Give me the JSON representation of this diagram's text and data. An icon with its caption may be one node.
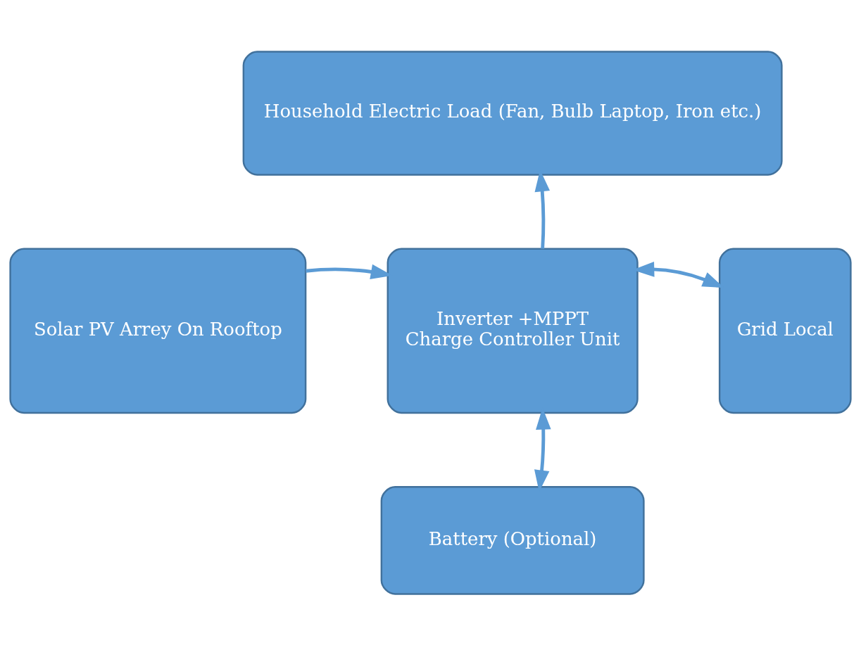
{
  "diagram": {
    "nodes": [
      {
        "text": [
          "Household Electric Load (Fan, Bulb Laptop, Iron etc.)"
        ]
      },
      {
        "text": [
          "Solar PV Arrey On Rooftop"
        ]
      },
      {
        "text": [
          "Inverter +MPPT",
          "Charge Controller Unit"
        ]
      },
      {
        "text": [
          "Grid Local"
        ]
      },
      {
        "text": [
          "Battery (Optional)"
        ]
      }
    ],
    "edges": [
      {
        "from": 1,
        "to": 2,
        "arrow": "to"
      },
      {
        "from": 2,
        "to": 0,
        "arrow": "to"
      },
      {
        "from": 2,
        "to": 3,
        "arrow": "both"
      },
      {
        "from": 2,
        "to": 4,
        "arrow": "both"
      }
    ]
  }
}
